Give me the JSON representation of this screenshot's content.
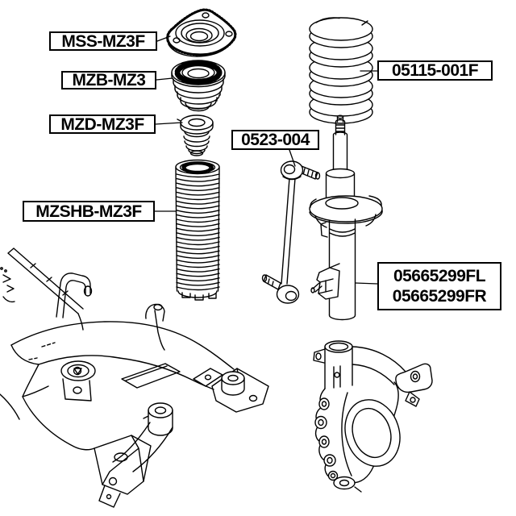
{
  "diagram": {
    "background": "#ffffff",
    "line_color": "#000000",
    "labels": {
      "strut_mount": "MSS-MZ3F",
      "bearing": "MZB-MZ3",
      "bump_stop": "MZD-MZ3F",
      "shock_boot": "MZSHB-MZ3F",
      "stabilizer_link": "0523-004",
      "coil_spring": "05115-001F",
      "shock_absorber_fl": "05665299FL",
      "shock_absorber_fr": "05665299FR"
    }
  }
}
